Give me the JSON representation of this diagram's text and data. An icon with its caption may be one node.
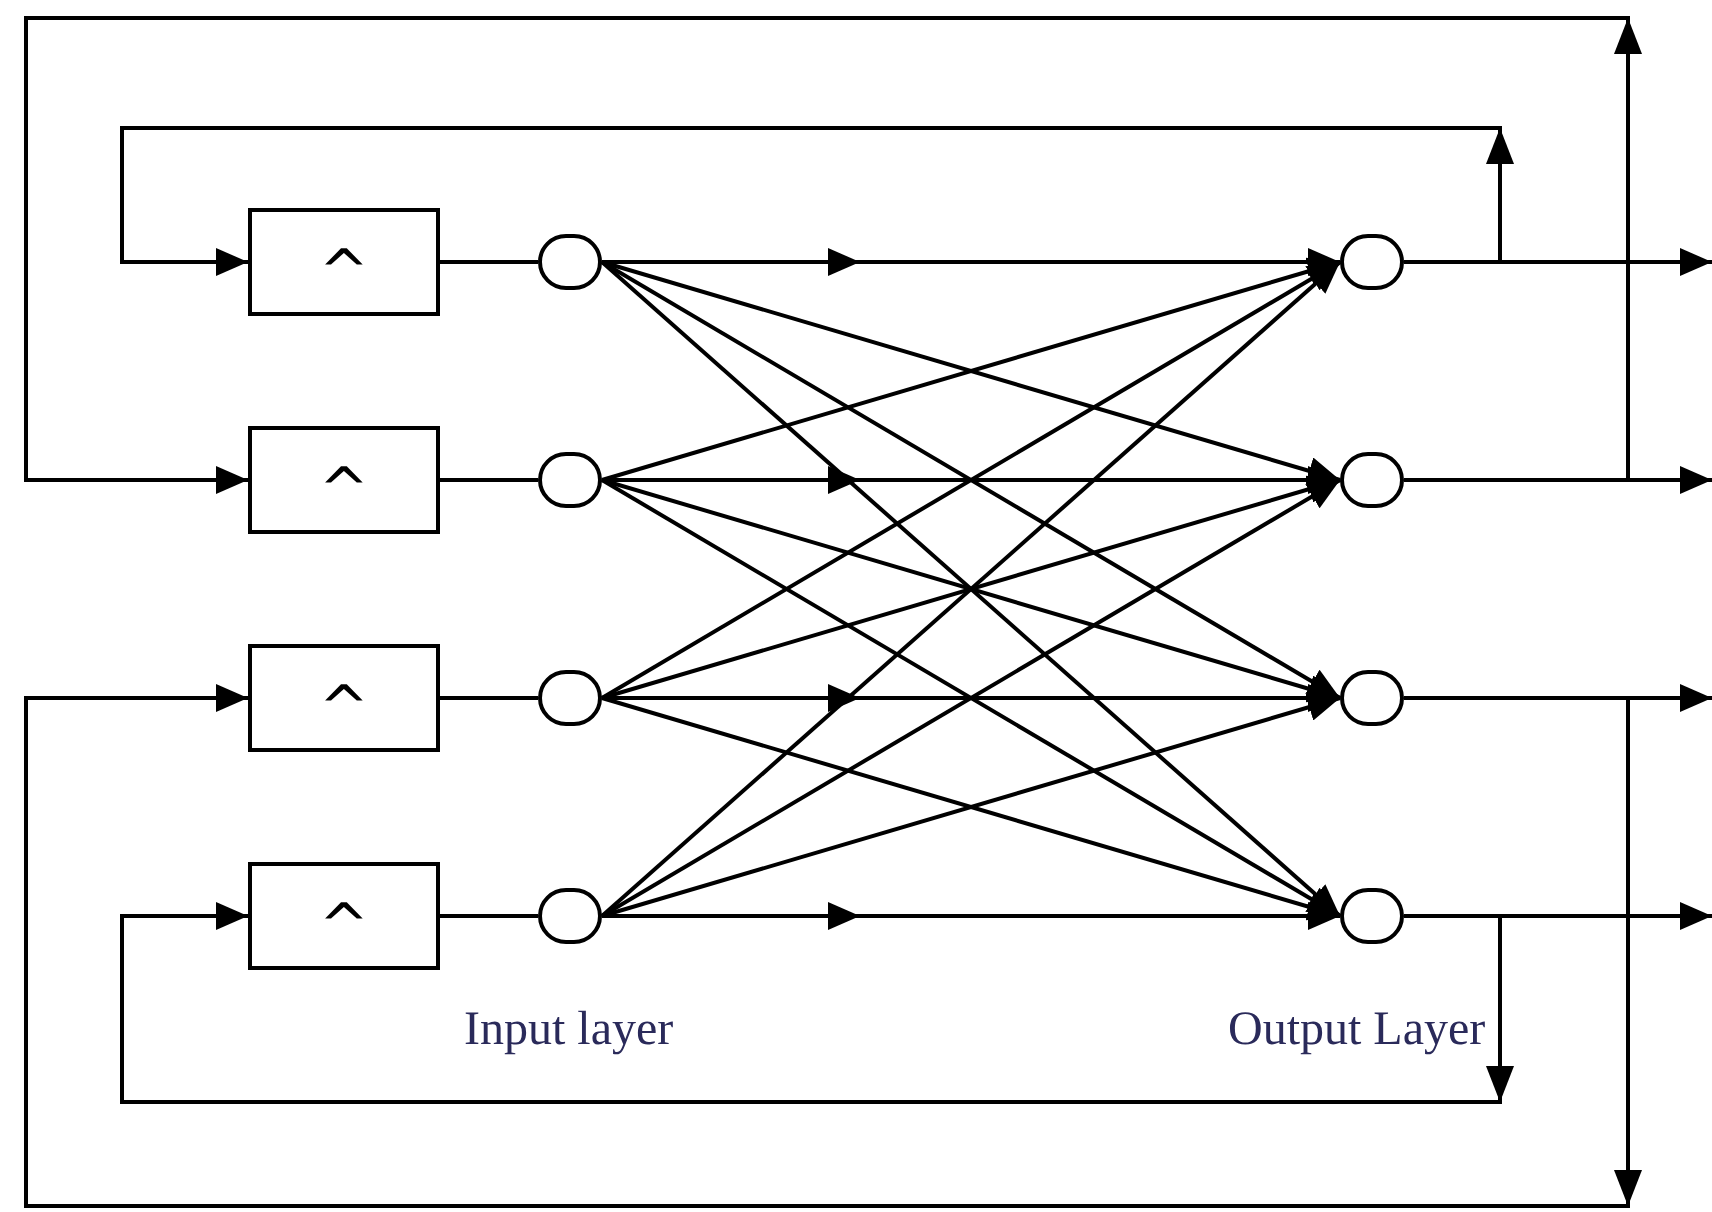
{
  "diagram": {
    "nodes": [
      {
        "text": [
          "^"
        ]
      },
      {
        "text": [
          "^"
        ]
      },
      {
        "text": [
          "^"
        ]
      },
      {
        "text": [
          "^"
        ]
      },
      {
        "text": [],
        "shape": "circle"
      },
      {
        "text": [],
        "shape": "circle"
      },
      {
        "text": [],
        "shape": "circle"
      },
      {
        "text": [],
        "shape": "circle"
      },
      {
        "text": [],
        "shape": "circle"
      },
      {
        "text": [],
        "shape": "circle"
      },
      {
        "text": [],
        "shape": "circle"
      },
      {
        "text": [],
        "shape": "circle"
      }
    ],
    "edges": [
      {
        "from": 0,
        "to": 4,
        "arrow": "none"
      },
      {
        "from": 1,
        "to": 5,
        "arrow": "none"
      },
      {
        "from": 2,
        "to": 6,
        "arrow": "none"
      },
      {
        "from": 3,
        "to": 7,
        "arrow": "none"
      },
      {
        "from": 4,
        "to": 8,
        "arrow": "to"
      },
      {
        "from": 4,
        "to": 9,
        "arrow": "to"
      },
      {
        "from": 4,
        "to": 10,
        "arrow": "to"
      },
      {
        "from": 4,
        "to": 11,
        "arrow": "to"
      },
      {
        "from": 5,
        "to": 8,
        "arrow": "to"
      },
      {
        "from": 5,
        "to": 9,
        "arrow": "to"
      },
      {
        "from": 5,
        "to": 10,
        "arrow": "to"
      },
      {
        "from": 5,
        "to": 11,
        "arrow": "to"
      },
      {
        "from": 6,
        "to": 8,
        "arrow": "to"
      },
      {
        "from": 6,
        "to": 9,
        "arrow": "to"
      },
      {
        "from": 6,
        "to": 10,
        "arrow": "to"
      },
      {
        "from": 6,
        "to": 11,
        "arrow": "to"
      },
      {
        "from": 7,
        "to": 8,
        "arrow": "to"
      },
      {
        "from": 7,
        "to": 9,
        "arrow": "to"
      },
      {
        "from": 7,
        "to": 10,
        "arrow": "to"
      },
      {
        "from": 7,
        "to": 11,
        "arrow": "to"
      },
      {
        "from": 8,
        "to": null,
        "arrow": "to"
      },
      {
        "from": 9,
        "to": null,
        "arrow": "to"
      },
      {
        "from": 10,
        "to": null,
        "arrow": "to"
      },
      {
        "from": 11,
        "to": null,
        "arrow": "to"
      },
      {
        "from": 8,
        "to": 0,
        "arrow": "to"
      },
      {
        "from": 9,
        "to": 1,
        "arrow": "to"
      },
      {
        "from": 10,
        "to": 2,
        "arrow": "to"
      },
      {
        "from": 11,
        "to": 3,
        "arrow": "to"
      }
    ],
    "labels": [
      "Input layer",
      "Output Layer"
    ]
  }
}
